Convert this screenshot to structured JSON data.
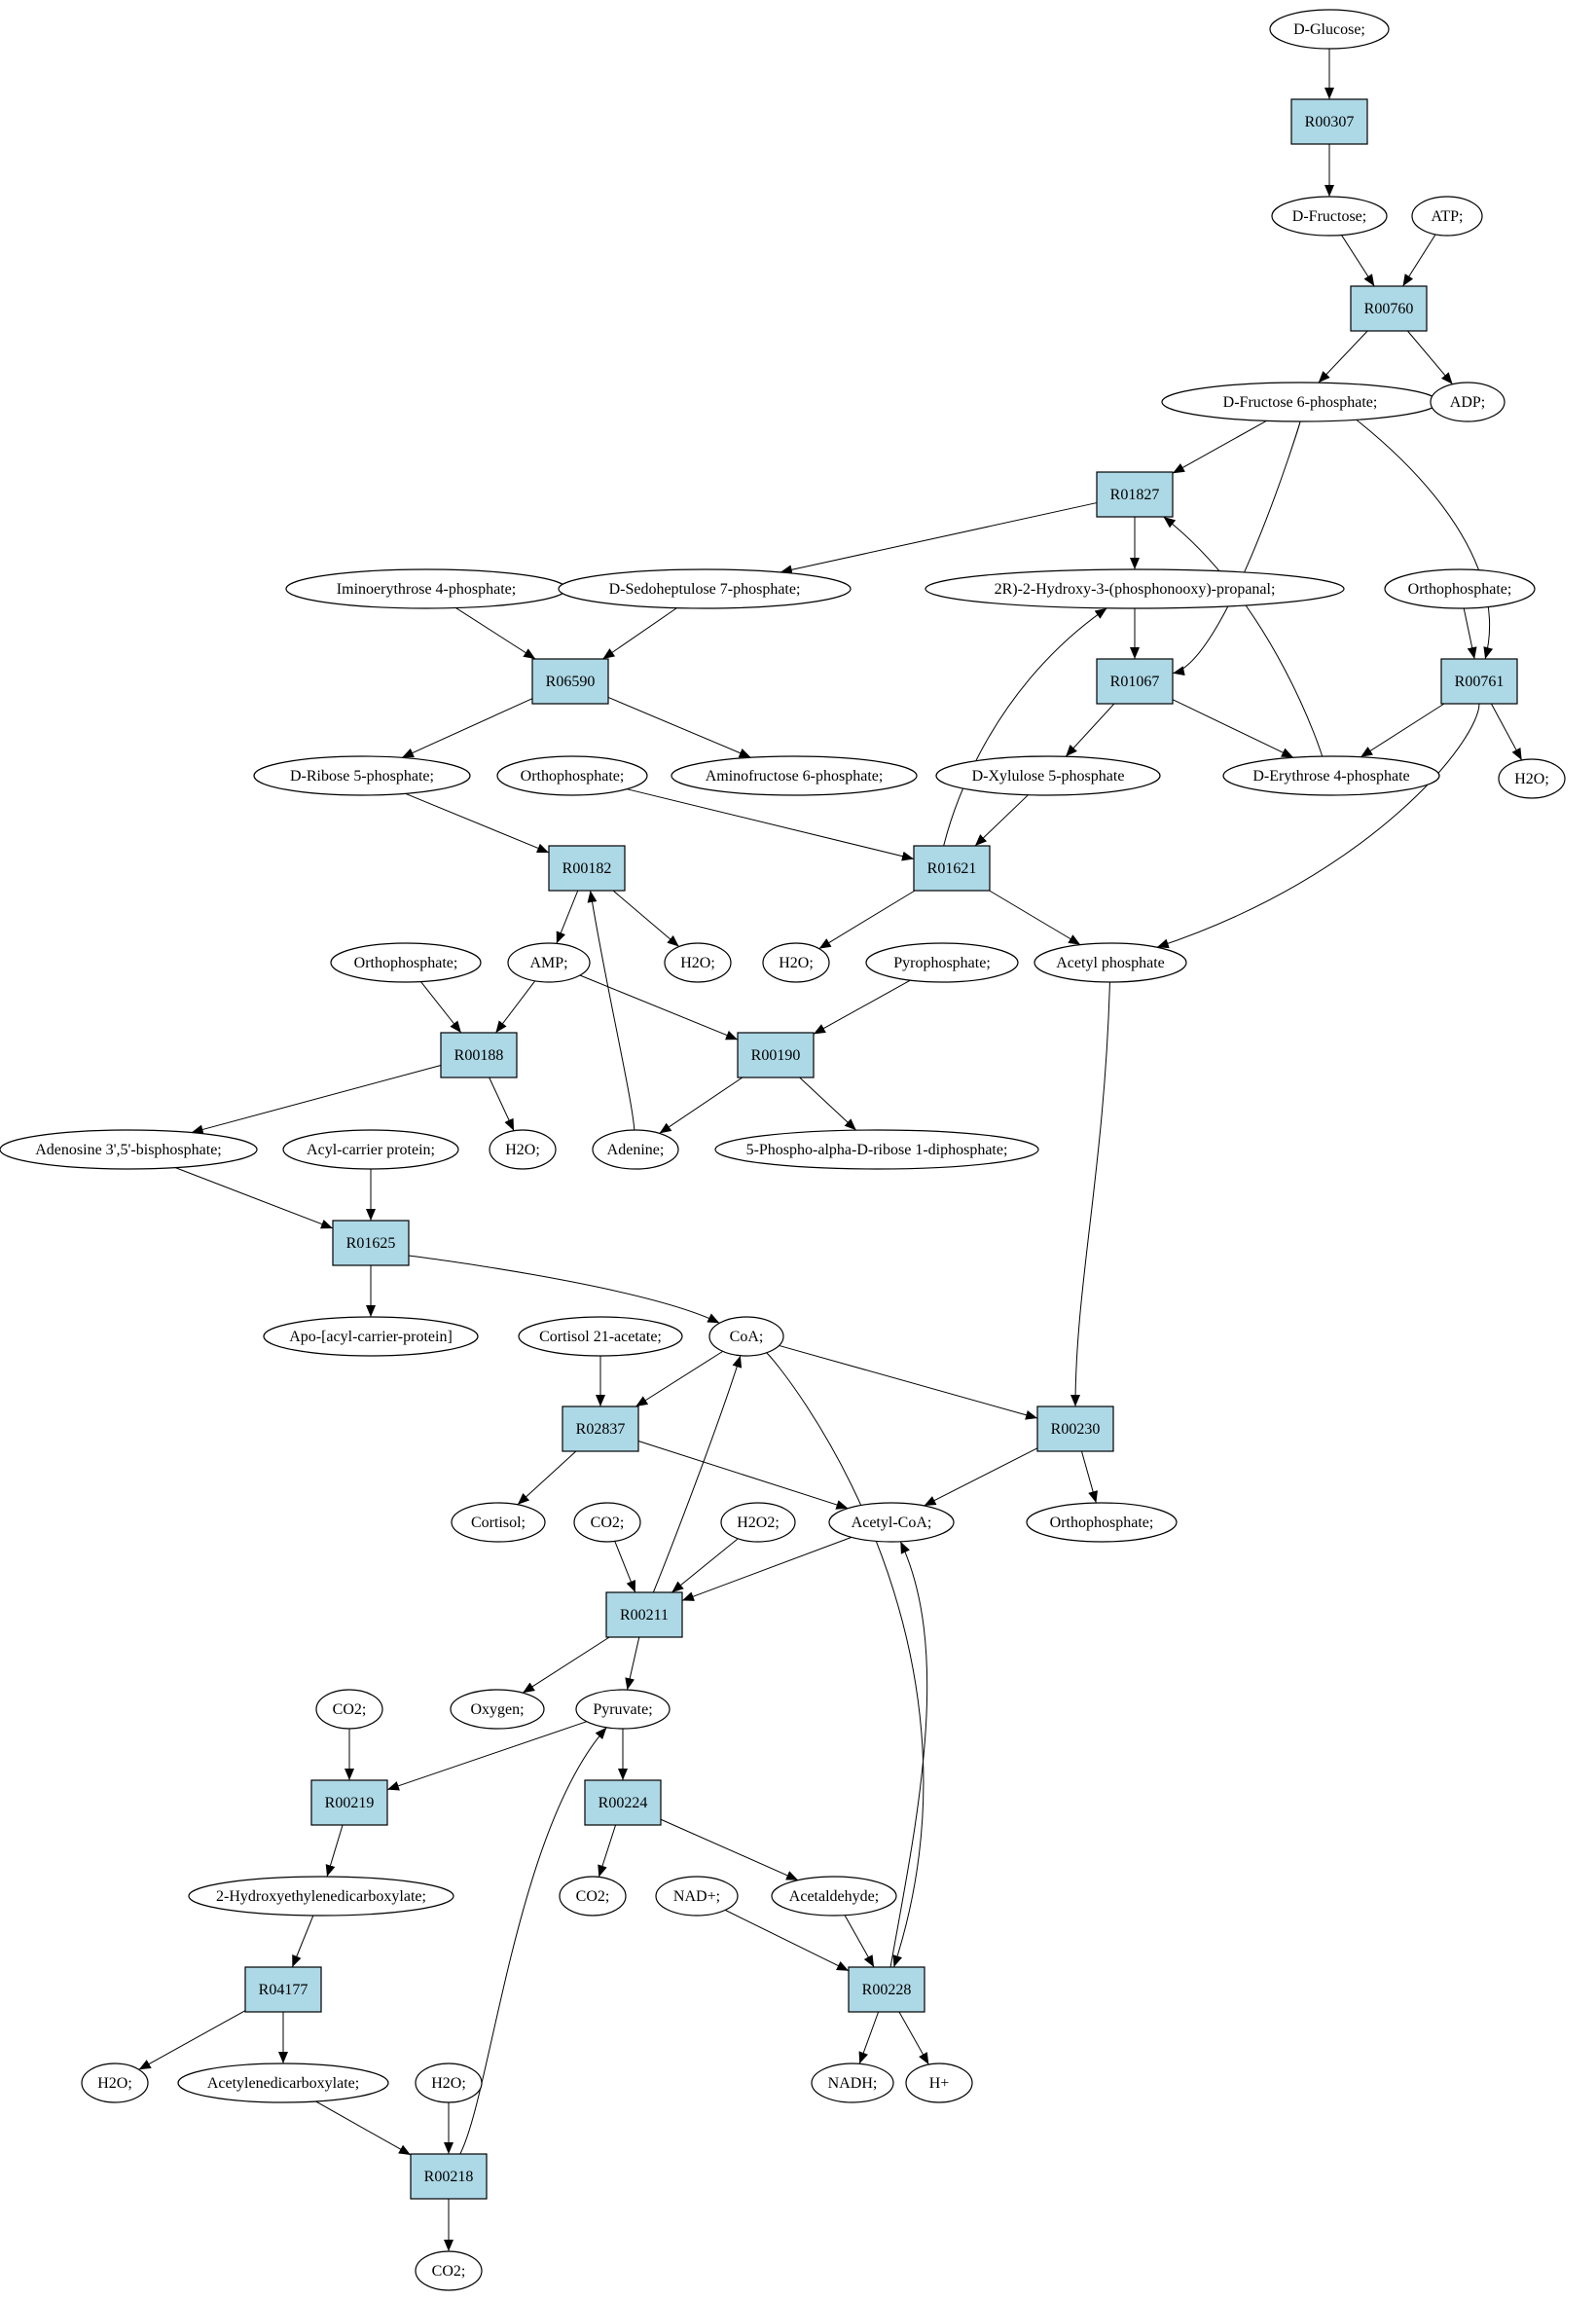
{
  "colors": {
    "reaction_fill": "#add8e6",
    "molecule_fill": "#ffffff",
    "start_fill": "#00ff00",
    "target_fill": "#ffff00",
    "stroke": "#000000"
  },
  "nodes": {
    "d_glucose": {
      "label": "D-Glucose;",
      "kind": "molecule",
      "fill": "start"
    },
    "r00307": {
      "label": "R00307",
      "kind": "reaction"
    },
    "d_fructose": {
      "label": "D-Fructose;",
      "kind": "molecule"
    },
    "atp": {
      "label": "ATP;",
      "kind": "molecule"
    },
    "r00760": {
      "label": "R00760",
      "kind": "reaction"
    },
    "f6p": {
      "label": "D-Fructose 6-phosphate;",
      "kind": "molecule"
    },
    "adp": {
      "label": "ADP;",
      "kind": "molecule"
    },
    "r01827": {
      "label": "R01827",
      "kind": "reaction"
    },
    "iminoerythrose": {
      "label": "Iminoerythrose 4-phosphate;",
      "kind": "molecule"
    },
    "s7p": {
      "label": "D-Sedoheptulose 7-phosphate;",
      "kind": "molecule"
    },
    "g3p": {
      "label": "2R)-2-Hydroxy-3-(phosphonooxy)-propanal;",
      "kind": "molecule"
    },
    "orthophosphate_1": {
      "label": "Orthophosphate;",
      "kind": "molecule"
    },
    "r06590": {
      "label": "R06590",
      "kind": "reaction"
    },
    "r01067": {
      "label": "R01067",
      "kind": "reaction"
    },
    "r00761": {
      "label": "R00761",
      "kind": "reaction"
    },
    "ribose5p": {
      "label": "D-Ribose 5-phosphate;",
      "kind": "molecule"
    },
    "orthophosphate_2": {
      "label": "Orthophosphate;",
      "kind": "molecule"
    },
    "aminofructose": {
      "label": "Aminofructose 6-phosphate;",
      "kind": "molecule"
    },
    "xylulose5p": {
      "label": "D-Xylulose 5-phosphate",
      "kind": "molecule"
    },
    "erythrose4p": {
      "label": "D-Erythrose 4-phosphate",
      "kind": "molecule"
    },
    "h2o_1": {
      "label": "H2O;",
      "kind": "molecule"
    },
    "r00182": {
      "label": "R00182",
      "kind": "reaction"
    },
    "r01621": {
      "label": "R01621",
      "kind": "reaction"
    },
    "orthophosphate_3": {
      "label": "Orthophosphate;",
      "kind": "molecule"
    },
    "amp": {
      "label": "AMP;",
      "kind": "molecule"
    },
    "h2o_2": {
      "label": "H2O;",
      "kind": "molecule"
    },
    "h2o_3": {
      "label": "H2O;",
      "kind": "molecule"
    },
    "pyrophosphate": {
      "label": "Pyrophosphate;",
      "kind": "molecule"
    },
    "acetyl_phosphate": {
      "label": "Acetyl phosphate",
      "kind": "molecule"
    },
    "r00188": {
      "label": "R00188",
      "kind": "reaction"
    },
    "r00190": {
      "label": "R00190",
      "kind": "reaction"
    },
    "adenosine_bisp": {
      "label": "Adenosine 3',5'-bisphosphate;",
      "kind": "molecule"
    },
    "acp": {
      "label": "Acyl-carrier protein;",
      "kind": "molecule"
    },
    "h2o_4": {
      "label": "H2O;",
      "kind": "molecule"
    },
    "adenine": {
      "label": "Adenine;",
      "kind": "molecule"
    },
    "prpp": {
      "label": "5-Phospho-alpha-D-ribose 1-diphosphate;",
      "kind": "molecule"
    },
    "r01625": {
      "label": "R01625",
      "kind": "reaction"
    },
    "apo_acp": {
      "label": "Apo-[acyl-carrier-protein]",
      "kind": "molecule"
    },
    "cortisol_acetate": {
      "label": "Cortisol 21-acetate;",
      "kind": "molecule"
    },
    "coa": {
      "label": "CoA;",
      "kind": "molecule"
    },
    "r02837": {
      "label": "R02837",
      "kind": "reaction"
    },
    "r00230": {
      "label": "R00230",
      "kind": "reaction"
    },
    "cortisol": {
      "label": "Cortisol;",
      "kind": "molecule"
    },
    "co2_1": {
      "label": "CO2;",
      "kind": "molecule"
    },
    "h2o2": {
      "label": "H2O2;",
      "kind": "molecule"
    },
    "acetyl_coa": {
      "label": "Acetyl-CoA;",
      "kind": "molecule",
      "fill": "target"
    },
    "orthophosphate_4": {
      "label": "Orthophosphate;",
      "kind": "molecule"
    },
    "r00211": {
      "label": "R00211",
      "kind": "reaction"
    },
    "co2_2": {
      "label": "CO2;",
      "kind": "molecule"
    },
    "oxygen": {
      "label": "Oxygen;",
      "kind": "molecule"
    },
    "pyruvate": {
      "label": "Pyruvate;",
      "kind": "molecule"
    },
    "r00219": {
      "label": "R00219",
      "kind": "reaction"
    },
    "r00224": {
      "label": "R00224",
      "kind": "reaction"
    },
    "hydroxyethylenedicarboxylate": {
      "label": "2-Hydroxyethylenedicarboxylate;",
      "kind": "molecule"
    },
    "co2_3": {
      "label": "CO2;",
      "kind": "molecule"
    },
    "nad": {
      "label": "NAD+;",
      "kind": "molecule"
    },
    "acetaldehyde": {
      "label": "Acetaldehyde;",
      "kind": "molecule"
    },
    "r04177": {
      "label": "R04177",
      "kind": "reaction"
    },
    "r00228": {
      "label": "R00228",
      "kind": "reaction"
    },
    "h2o_5": {
      "label": "H2O;",
      "kind": "molecule"
    },
    "acetylenedicarboxylate": {
      "label": "Acetylenedicarboxylate;",
      "kind": "molecule"
    },
    "h2o_6": {
      "label": "H2O;",
      "kind": "molecule"
    },
    "nadh": {
      "label": "NADH;",
      "kind": "molecule"
    },
    "h_plus": {
      "label": "H+",
      "kind": "molecule"
    },
    "r00218": {
      "label": "R00218",
      "kind": "reaction"
    },
    "co2_4": {
      "label": "CO2;",
      "kind": "molecule"
    }
  },
  "edges": [
    [
      "d_glucose",
      "r00307"
    ],
    [
      "r00307",
      "d_fructose"
    ],
    [
      "d_fructose",
      "r00760"
    ],
    [
      "atp",
      "r00760"
    ],
    [
      "r00760",
      "f6p"
    ],
    [
      "r00760",
      "adp"
    ],
    [
      "f6p",
      "r01827"
    ],
    [
      "f6p",
      "r01067"
    ],
    [
      "f6p",
      "r00761"
    ],
    [
      "r01827",
      "s7p"
    ],
    [
      "r01827",
      "g3p"
    ],
    [
      "iminoerythrose",
      "r06590"
    ],
    [
      "s7p",
      "r06590"
    ],
    [
      "g3p",
      "r01067"
    ],
    [
      "orthophosphate_1",
      "r00761"
    ],
    [
      "r06590",
      "ribose5p"
    ],
    [
      "r06590",
      "aminofructose"
    ],
    [
      "r01067",
      "xylulose5p"
    ],
    [
      "r01067",
      "erythrose4p"
    ],
    [
      "erythrose4p",
      "r01827"
    ],
    [
      "r00761",
      "erythrose4p"
    ],
    [
      "r00761",
      "h2o_1"
    ],
    [
      "r00761",
      "acetyl_phosphate"
    ],
    [
      "ribose5p",
      "r00182"
    ],
    [
      "orthophosphate_2",
      "r01621"
    ],
    [
      "xylulose5p",
      "r01621"
    ],
    [
      "r01621",
      "g3p"
    ],
    [
      "r01621",
      "h2o_3"
    ],
    [
      "r01621",
      "acetyl_phosphate"
    ],
    [
      "r00182",
      "amp"
    ],
    [
      "r00182",
      "h2o_2"
    ],
    [
      "adenine",
      "r00182"
    ],
    [
      "orthophosphate_3",
      "r00188"
    ],
    [
      "amp",
      "r00188"
    ],
    [
      "amp",
      "r00190"
    ],
    [
      "pyrophosphate",
      "r00190"
    ],
    [
      "r00188",
      "adenosine_bisp"
    ],
    [
      "r00188",
      "h2o_4"
    ],
    [
      "r00190",
      "adenine"
    ],
    [
      "r00190",
      "prpp"
    ],
    [
      "adenosine_bisp",
      "r01625"
    ],
    [
      "acp",
      "r01625"
    ],
    [
      "r01625",
      "apo_acp"
    ],
    [
      "r01625",
      "coa"
    ],
    [
      "acetyl_phosphate",
      "r00230"
    ],
    [
      "cortisol_acetate",
      "r02837"
    ],
    [
      "coa",
      "r02837"
    ],
    [
      "coa",
      "r00230"
    ],
    [
      "coa",
      "r00228"
    ],
    [
      "r02837",
      "cortisol"
    ],
    [
      "r02837",
      "acetyl_coa"
    ],
    [
      "r00230",
      "acetyl_coa"
    ],
    [
      "r00230",
      "orthophosphate_4"
    ],
    [
      "co2_1",
      "r00211"
    ],
    [
      "h2o2",
      "r00211"
    ],
    [
      "acetyl_coa",
      "r00211"
    ],
    [
      "r00211",
      "coa"
    ],
    [
      "r00211",
      "oxygen"
    ],
    [
      "r00211",
      "pyruvate"
    ],
    [
      "co2_2",
      "r00219"
    ],
    [
      "pyruvate",
      "r00219"
    ],
    [
      "pyruvate",
      "r00224"
    ],
    [
      "r00219",
      "hydroxyethylenedicarboxylate"
    ],
    [
      "r00224",
      "co2_3"
    ],
    [
      "r00224",
      "acetaldehyde"
    ],
    [
      "hydroxyethylenedicarboxylate",
      "r04177"
    ],
    [
      "nad",
      "r00228"
    ],
    [
      "acetaldehyde",
      "r00228"
    ],
    [
      "r00228",
      "acetyl_coa"
    ],
    [
      "r00228",
      "nadh"
    ],
    [
      "r00228",
      "h_plus"
    ],
    [
      "r04177",
      "h2o_5"
    ],
    [
      "r04177",
      "acetylenedicarboxylate"
    ],
    [
      "acetylenedicarboxylate",
      "r00218"
    ],
    [
      "h2o_6",
      "r00218"
    ],
    [
      "r00218",
      "pyruvate"
    ],
    [
      "r00218",
      "co2_4"
    ]
  ]
}
